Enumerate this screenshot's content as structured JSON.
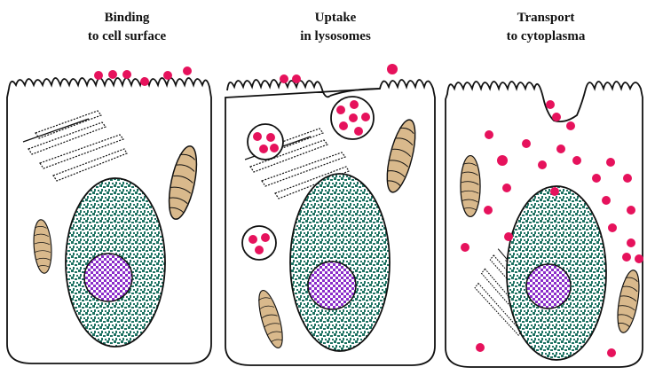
{
  "panels": [
    {
      "title_line1": "Binding",
      "title_line2": "to cell surface"
    },
    {
      "title_line1": "Uptake",
      "title_line2": "in lysosomes"
    },
    {
      "title_line1": "Transport",
      "title_line2": "to cytoplasma"
    }
  ],
  "colors": {
    "particle": "#e6125c",
    "nucleus_fill": "#1f7363",
    "nucleolus_fill": "#8a2bc9",
    "mitochondria_fill": "#d9b98c",
    "outline": "#111111"
  }
}
